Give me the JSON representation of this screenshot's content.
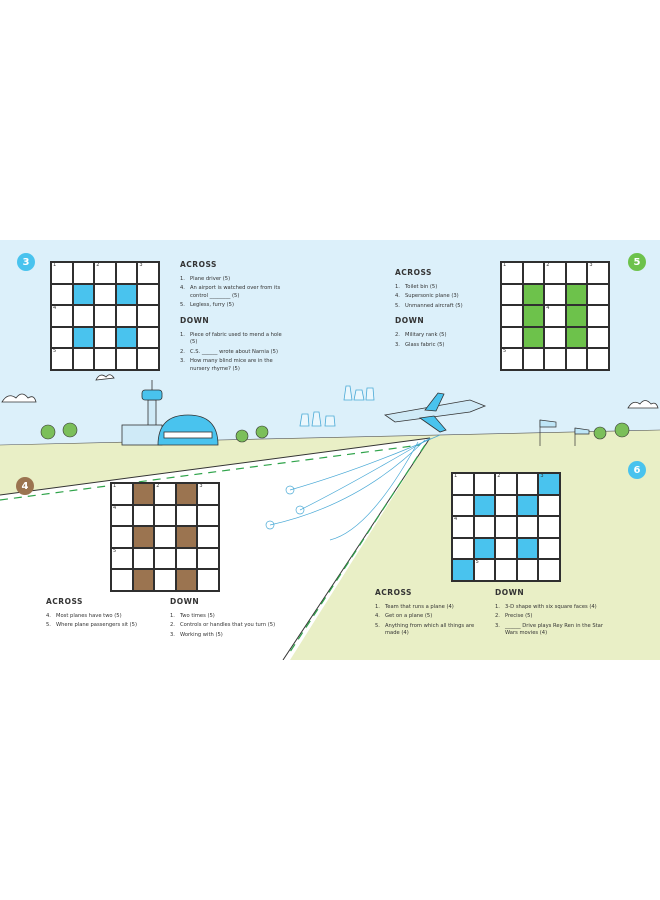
{
  "colors": {
    "sky": "#dcf0fa",
    "ground": "#e9efc6",
    "runway": "#ffffff",
    "blue": "#49c3ee",
    "green": "#6dc24b",
    "brown": "#9b7450",
    "grid_line": "#2f2f2f"
  },
  "puzzles": [
    {
      "badge": "3",
      "color": "blue",
      "rows": 5,
      "cols": 5,
      "pattern": [
        "00000",
        "01010",
        "00000",
        "01010",
        "00000"
      ],
      "numbers": [
        {
          "r": 0,
          "c": 0,
          "n": "1"
        },
        {
          "r": 0,
          "c": 2,
          "n": "2"
        },
        {
          "r": 0,
          "c": 4,
          "n": "3"
        },
        {
          "r": 2,
          "c": 0,
          "n": "4"
        },
        {
          "r": 4,
          "c": 0,
          "n": "5"
        }
      ],
      "across_title": "ACROSS",
      "across": [
        {
          "n": "1.",
          "text": "Plane driver (5)"
        },
        {
          "n": "4.",
          "text": "An airport is watched over from its control ________ (5)"
        },
        {
          "n": "5.",
          "text": "Legless, furry (5)"
        }
      ],
      "down_title": "DOWN",
      "down": [
        {
          "n": "1.",
          "text": "Piece of fabric used to mend a hole (5)"
        },
        {
          "n": "2.",
          "text": "C.S. ______ wrote about Narnia (5)"
        },
        {
          "n": "3.",
          "text": "How many blind mice are in the nursery rhyme? (5)"
        }
      ]
    },
    {
      "badge": "5",
      "color": "green",
      "rows": 5,
      "cols": 5,
      "pattern": [
        "00000",
        "01010",
        "01010",
        "01010",
        "00000"
      ],
      "numbers": [
        {
          "r": 0,
          "c": 0,
          "n": "1"
        },
        {
          "r": 0,
          "c": 2,
          "n": "2"
        },
        {
          "r": 0,
          "c": 4,
          "n": "3"
        },
        {
          "r": 2,
          "c": 2,
          "n": "4"
        },
        {
          "r": 4,
          "c": 0,
          "n": "5"
        }
      ],
      "across_title": "ACROSS",
      "across": [
        {
          "n": "1.",
          "text": "Toilet bin (5)"
        },
        {
          "n": "4.",
          "text": "Supersonic plane (3)"
        },
        {
          "n": "5.",
          "text": "Unmanned aircraft (5)"
        }
      ],
      "down_title": "DOWN",
      "down": [
        {
          "n": "2.",
          "text": "Military rank (5)"
        },
        {
          "n": "3.",
          "text": "Glass fabric (5)"
        }
      ]
    },
    {
      "badge": "4",
      "color": "brown",
      "rows": 5,
      "cols": 5,
      "pattern": [
        "01010",
        "00000",
        "01010",
        "00000",
        "01010"
      ],
      "numbers": [
        {
          "r": 0,
          "c": 0,
          "n": "1"
        },
        {
          "r": 0,
          "c": 2,
          "n": "2"
        },
        {
          "r": 0,
          "c": 4,
          "n": "3"
        },
        {
          "r": 1,
          "c": 0,
          "n": "4"
        },
        {
          "r": 3,
          "c": 0,
          "n": "5"
        }
      ],
      "across_title": "ACROSS",
      "across": [
        {
          "n": "4.",
          "text": "Most planes have two (5)"
        },
        {
          "n": "5.",
          "text": "Where plane passengers sit (5)"
        }
      ],
      "down_title": "DOWN",
      "down": [
        {
          "n": "1.",
          "text": "Two times (5)"
        },
        {
          "n": "2.",
          "text": "Controls or handles that you turn (5)"
        },
        {
          "n": "3.",
          "text": "Working with (5)"
        }
      ]
    },
    {
      "badge": "6",
      "color": "blue",
      "rows": 5,
      "cols": 5,
      "pattern": [
        "00001",
        "01010",
        "00000",
        "01010",
        "10000"
      ],
      "numbers": [
        {
          "r": 0,
          "c": 0,
          "n": "1"
        },
        {
          "r": 0,
          "c": 2,
          "n": "2"
        },
        {
          "r": 0,
          "c": 4,
          "n": "3"
        },
        {
          "r": 2,
          "c": 0,
          "n": "4"
        },
        {
          "r": 4,
          "c": 1,
          "n": "5"
        }
      ],
      "across_title": "ACROSS",
      "across": [
        {
          "n": "1.",
          "text": "Team that runs a plane (4)"
        },
        {
          "n": "4.",
          "text": "Get on a plane (5)"
        },
        {
          "n": "5.",
          "text": "Anything from which all things are made (4)"
        }
      ],
      "down_title": "DOWN",
      "down": [
        {
          "n": "1.",
          "text": "3-D shape with six square faces (4)"
        },
        {
          "n": "2.",
          "text": "Precise (5)"
        },
        {
          "n": "3.",
          "text": "______ Drive plays Rey Ren in the Star Wars movies (4)"
        }
      ]
    }
  ]
}
